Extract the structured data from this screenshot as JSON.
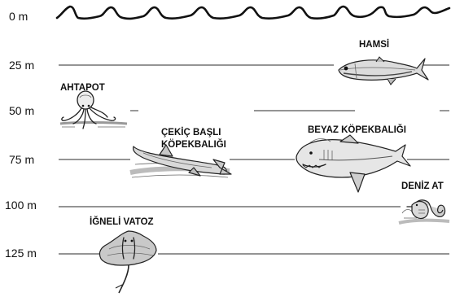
{
  "depth_scale": {
    "levels": [
      {
        "label": "0 m"
      },
      {
        "label": "25 m"
      },
      {
        "label": "50 m"
      },
      {
        "label": "75 m"
      },
      {
        "label": "100 m"
      },
      {
        "label": "125 m"
      }
    ]
  },
  "animals": {
    "hamsi": {
      "label": "HAMSİ",
      "icon": "anchovy-icon"
    },
    "ahtapot": {
      "label": "AHTAPOT",
      "icon": "octopus-icon"
    },
    "cekic_basli": {
      "label_line1": "ÇEKİÇ BAŞLI",
      "label_line2": "KÖPEKBALIĞI",
      "icon": "hammerhead-shark-icon"
    },
    "beyaz_kopekbaligi": {
      "label": "BEYAZ KÖPEKBALIĞI",
      "icon": "white-shark-icon"
    },
    "deniz_ati": {
      "label": "DENİZ AT",
      "icon": "seahorse-icon"
    },
    "igneli_vatoz": {
      "label": "İĞNELİ VATOZ",
      "icon": "stingray-icon"
    }
  },
  "colors": {
    "ink": "#222222",
    "line": "#555555",
    "background": "#ffffff"
  }
}
